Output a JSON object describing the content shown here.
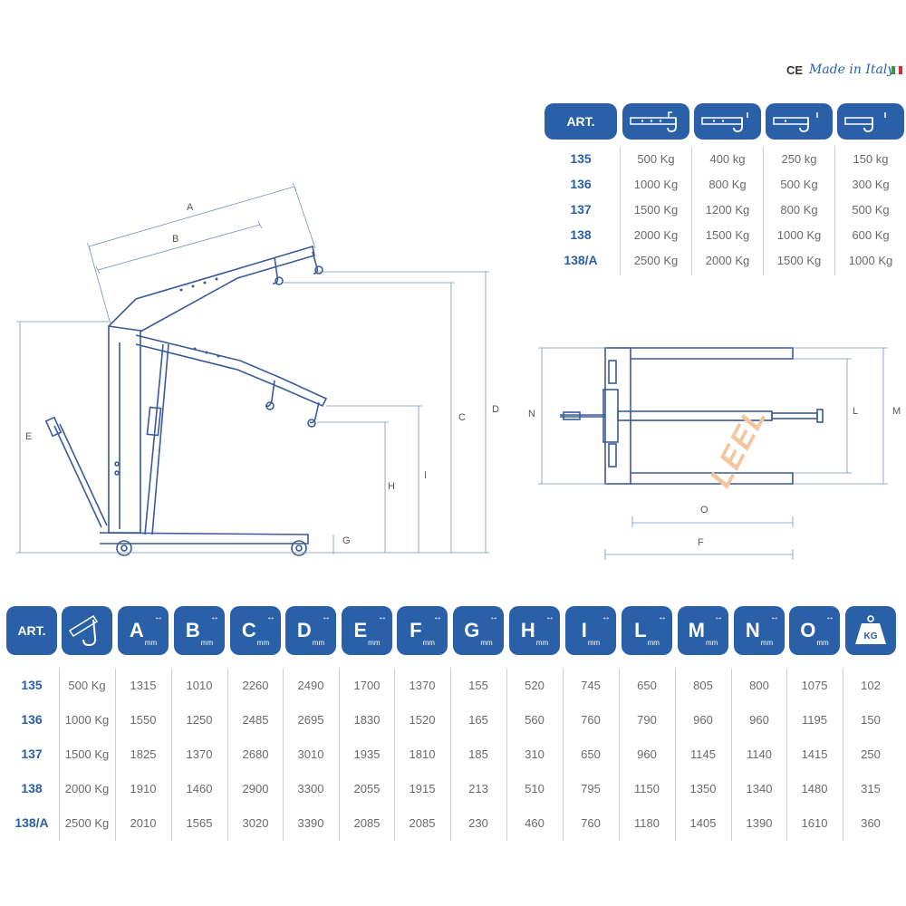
{
  "brand": {
    "ce": "CE",
    "made_in": "Made in Italy",
    "watermark": "LEEL"
  },
  "top_table": {
    "header": "ART.",
    "rows": [
      {
        "art": "135",
        "values": [
          "500 Kg",
          "400 kg",
          "250 kg",
          "150 kg"
        ]
      },
      {
        "art": "136",
        "values": [
          "1000 Kg",
          "800 Kg",
          "500 Kg",
          "300 Kg"
        ]
      },
      {
        "art": "137",
        "values": [
          "1500 Kg",
          "1200 Kg",
          "800 Kg",
          "500 Kg"
        ]
      },
      {
        "art": "138",
        "values": [
          "2000 Kg",
          "1500 Kg",
          "1000 Kg",
          "600 Kg"
        ]
      },
      {
        "art": "138/A",
        "values": [
          "2500 Kg",
          "2000 Kg",
          "1500 Kg",
          "1000 Kg"
        ]
      }
    ]
  },
  "side_drawing": {
    "labels": [
      "A",
      "B",
      "C",
      "D",
      "E",
      "G",
      "H",
      "I"
    ]
  },
  "top_drawing": {
    "labels": [
      "N",
      "L",
      "M",
      "O",
      "F"
    ]
  },
  "bottom_table": {
    "header": "ART.",
    "unit": "mm",
    "columns": [
      "A",
      "B",
      "C",
      "D",
      "E",
      "F",
      "G",
      "H",
      "I",
      "L",
      "M",
      "N",
      "O"
    ],
    "weight_label": "KG",
    "rows": [
      {
        "art": "135",
        "capacity": "500 Kg",
        "values": [
          "1315",
          "1010",
          "2260",
          "2490",
          "1700",
          "1370",
          "155",
          "520",
          "745",
          "650",
          "805",
          "800",
          "1075"
        ],
        "weight": "102"
      },
      {
        "art": "136",
        "capacity": "1000 Kg",
        "values": [
          "1550",
          "1250",
          "2485",
          "2695",
          "1830",
          "1520",
          "165",
          "560",
          "760",
          "790",
          "960",
          "960",
          "1195"
        ],
        "weight": "150"
      },
      {
        "art": "137",
        "capacity": "1500 Kg",
        "values": [
          "1825",
          "1370",
          "2680",
          "3010",
          "1935",
          "1810",
          "185",
          "310",
          "650",
          "960",
          "1145",
          "1140",
          "1415"
        ],
        "weight": "250"
      },
      {
        "art": "138",
        "capacity": "2000 Kg",
        "values": [
          "1910",
          "1460",
          "2900",
          "3300",
          "2055",
          "1915",
          "213",
          "510",
          "795",
          "1150",
          "1350",
          "1340",
          "1480"
        ],
        "weight": "315"
      },
      {
        "art": "138/A",
        "capacity": "2500 Kg",
        "values": [
          "2010",
          "1565",
          "3020",
          "3390",
          "2085",
          "2085",
          "230",
          "460",
          "760",
          "1180",
          "1405",
          "1390",
          "1610"
        ],
        "weight": "360"
      }
    ]
  },
  "colors": {
    "brand_blue": "#2a60a8",
    "drawing_line": "#3a5a9a",
    "text_grey": "#6a6a6a",
    "watermark": "#f2c7a0"
  }
}
